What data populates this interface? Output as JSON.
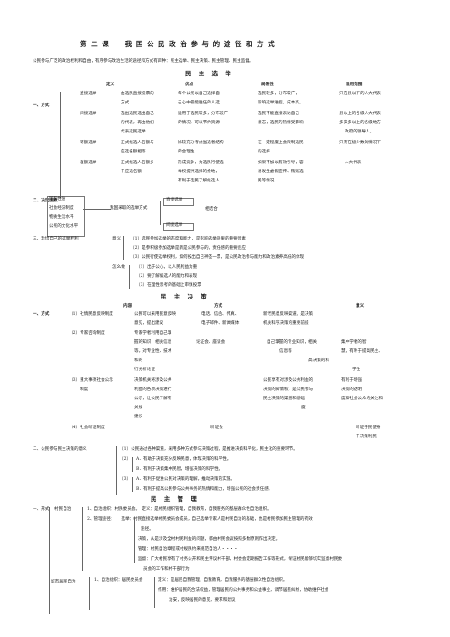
{
  "title": "第 二 课　　我 国 公 民 政 治 参 与 的 途 径 和 方 式",
  "intro": "公民参与广泛的政治权利和自由，有序参与政治生活的途径和方式有四种：民主选举、民主决策、民主管理、民主监督。",
  "s1": {
    "heading": "民 主 选 举",
    "cols": {
      "c1": "定义",
      "c2": "优点",
      "c3": "局限性",
      "c4": "适用范围"
    },
    "part1": "一、方式",
    "rows": [
      {
        "name": "直接选举",
        "def": [
          "由选民直接投票的",
          "方式"
        ],
        "adv": [
          "每个公民以自己选择自",
          "己心中最能胜任的人选"
        ],
        "lim": [
          "选民较多，分布较广，",
          "影响选举进程，成本高。"
        ],
        "scope": [
          "只在县以下的人大代表"
        ]
      },
      {
        "name": "间接选举",
        "def": [
          "选出选民选出自己",
          "的代表，再由他们",
          "代表选民选举"
        ],
        "adv": [
          "运用于选民较多，分布较广",
          "的情况，可以节约资源"
        ],
        "lim": [
          "选民不能直接表达自己",
          "意志，选民的热情受影响"
        ],
        "scope": [
          "县以上的各级人大代表",
          "多实多以上的各级地方",
          "政府的领导人。"
        ]
      },
      {
        "name": "等额选举",
        "def": [
          "正式候选人名额与",
          "应选名额相等"
        ],
        "adv": [
          "比较充分考虑当选者结构",
          "的合理性"
        ],
        "lim": [
          "在一定程度上会限制选民",
          "的选择"
        ],
        "scope": [
          "只有在极少数的情况下"
        ]
      },
      {
        "name": "差额选举",
        "def": [
          "正式候选人名额多",
          "于应选名额"
        ],
        "adv": [
          "形成竞争，为选民行使选",
          "举权提供选择的余地，",
          "有利于选民了解候选人"
        ],
        "lim": [
          "如果不加以有效引导，容",
          "易发生虚假宣传、贿赂选",
          "民等情况"
        ],
        "scope": [
          "人大代表"
        ]
      }
    ],
    "part2": "二、决定因素",
    "factors": [
      "国家性质",
      "社会经济制度",
      "物质生活水平",
      "公民的文化水平"
    ],
    "factor_center": "我国采取的选举方式",
    "factor_right_top": "直接选举",
    "factor_right_mid": "相结合",
    "factor_right_bottom": "间接选举",
    "part3": "三、珍惜自己的选举权利",
    "meaning_label": "意义",
    "meanings": [
      "（1）选民参加选举的态度和能力，是影响选举效果的重要因素",
      "（2）是参积极参加选举是新是公民参与的，责任感的重要反应",
      "（3）公民行使选举权利，如何投出自己神圣一票，是公民政治参与能力和政治素养高低的体现"
    ],
    "how_label": "怎么做",
    "hows": [
      "（1）出于公心，以人民利益为重",
      "（2）要了解候选人的能力和表现",
      "（3）在理性思考的基础上审慎投票"
    ]
  },
  "s2": {
    "heading": "民 主 决 策",
    "cols": {
      "c1": "内容",
      "c2": "方式",
      "c3": "意义"
    },
    "part1": "一、方式",
    "r1": {
      "name": "（1）社情民意反映制度",
      "content": [
        "公民可以采用民意反映",
        "意见，提出建议"
      ],
      "way": [
        "电话、信函、传真、",
        "电子邮件、新闻媒体"
      ],
      "way2": [
        "新老民意反映渠道，是决策",
        "机关科学决策的重要前提"
      ]
    },
    "r2": {
      "name": "（2）专家咨询制度",
      "content": [
        "专家学者利用自己掌",
        "握的知识，相关信息",
        "等，对专业性、技术",
        "和的",
        "行分析论证"
      ],
      "way": [
        "论证会、座谈会"
      ],
      "way2": [
        "自己掌握的专业知识，相关",
        "信息等"
      ],
      "sig": [
        "集中学者的智",
        "慧，有利于提高民主、",
        "科学，高",
        "学性"
      ]
    },
    "sig2_extra": "高决策的科",
    "r3": {
      "name": "（3）重大事项社会公示",
      "name2": "制度",
      "content": [
        "决策机关将涉及公共",
        "利益的各项决策进行",
        "公示，让公民了解有",
        "关规",
        "建议"
      ],
      "way2": [
        "公民享有对涉及公共利益的",
        "决策的知情权，是公民参与",
        "民主决策的渠道和基础"
      ],
      "sig": [
        "有利于增强",
        "决策的透明",
        "度和社会公众的关注和"
      ],
      "sig_extra": "度"
    },
    "r4": {
      "name": "（4）社会听证制度",
      "way": "听证会",
      "sig": [
        "听证于民使身",
        "于决策利民"
      ]
    },
    "part2": "二、公民参与民主决策的意义",
    "meanings": [
      "（1）公民通过各种渠道，采用多种方式参与决策过程，是推进决策科学化，民主化的重要环节。",
      "（2）",
      "（3）"
    ],
    "m2": [
      "A．有助于决策充分反映民意，体现决策的科学性。",
      "B．有利于决策集中民智，增强决策的科学性。"
    ],
    "m3": [
      "A．有利于促进公民对决策的理解，推动决策的实施。",
      "B．有利于提高公民参与公共事务的热情和能力，增强公民的社会责任感。"
    ]
  },
  "s3": {
    "heading": "民 主 管 理",
    "part1": "一、形式",
    "village_label": "村民自治",
    "village": [
      "1、自治组织：村民委员会。　定义：是村民组织管理，自我教育，自我服务的基层群众性自治组织。",
      "2、管理途径：　　选举：村民直接选举村民委员会成员，自己选举专家人是村民自治的基础，也是村民参加民主管理的有效",
      "途径。",
      "决策，从是涉及全村村民利益的问题，都由村民会议按照多数原则作出决定。",
      "管理：村民自治章程或村规民约来规范自治人・・・・・",
      "监督：广大村民享有了村务公开和民主评议村干部，村委会定期报告工作等形式，保证村民能够切实监督村民委",
      "员会的工作和村干部行为"
    ],
    "urban_label": "城市居民自治",
    "urban": [
      "1、自治组织：居民委员会",
      "定义：是居民自我管理，自我教育，自我服务的基层群众性自治组织。",
      "作用：维护居民的合法权益，管理居民的公共事务和公益事业，调节居民纠纷，协助维护社会",
      "治安，反映居民的意见，要求和建议"
    ]
  }
}
